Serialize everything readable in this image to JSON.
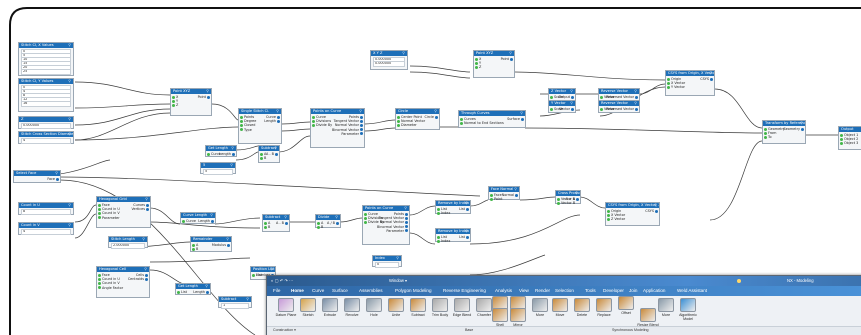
{
  "canvas": {
    "nodes": [
      {
        "id": "n_xvals",
        "title": "Stitch Cl, X Values",
        "ports": [],
        "fields": [
          "0",
          "5",
          "10",
          "15",
          "20",
          "25"
        ]
      },
      {
        "id": "n_yvals",
        "title": "Stitch Cl, Y Values",
        "ports": [],
        "fields": [
          "0",
          "4",
          "8",
          "12",
          "16"
        ]
      },
      {
        "id": "n_zval",
        "title": "Z",
        "ports": [],
        "fields": [
          "0.000000"
        ]
      },
      {
        "id": "n_cross",
        "title": "Stitch Cross Section Diameter",
        "ports": [],
        "fields": [
          "4"
        ]
      },
      {
        "id": "n_pt3d_a",
        "title": "Point XYZ",
        "ports": [
          [
            "X",
            "in"
          ],
          [
            "Y",
            "in"
          ],
          [
            "Z",
            "in"
          ],
          [
            "Point",
            "out"
          ]
        ]
      },
      {
        "id": "n_spline",
        "title": "Single Stitch Cl.",
        "ports": [
          [
            "Points",
            "in"
          ],
          [
            "Degree",
            "in"
          ],
          [
            "Closed",
            "in"
          ],
          [
            "Type",
            "in"
          ],
          [
            "Curve",
            "out"
          ],
          [
            "Length",
            "out"
          ]
        ]
      },
      {
        "id": "n_len",
        "title": "Get Length",
        "ports": [
          [
            "Curve",
            "in"
          ],
          [
            "Length",
            "out"
          ]
        ]
      },
      {
        "id": "n_sub",
        "title": "Subtract",
        "ports": [
          [
            "A",
            "in"
          ],
          [
            "B",
            "in"
          ],
          [
            "A - B",
            "out"
          ]
        ]
      },
      {
        "id": "n_val5",
        "title": "5",
        "ports": [],
        "fields": [
          "5"
        ]
      },
      {
        "id": "n_pcurve",
        "title": "Points on Curve",
        "ports": [
          [
            "Curve",
            "in"
          ],
          [
            "Divisions",
            "in"
          ],
          [
            "Divide By",
            "in"
          ],
          [
            "Points",
            "out"
          ],
          [
            "Tangent Vector",
            "out"
          ],
          [
            "Normal Vector",
            "out"
          ],
          [
            "Binormal Vector",
            "out"
          ],
          [
            "Parameter",
            "out"
          ]
        ]
      },
      {
        "id": "n_circle",
        "title": "Circle",
        "ports": [
          [
            "Center Point",
            "in"
          ],
          [
            "Normal Vector",
            "in"
          ],
          [
            "Diameter",
            "in"
          ],
          [
            "Circle",
            "out"
          ]
        ]
      },
      {
        "id": "n_thru",
        "title": "Through Curves",
        "ports": [
          [
            "Curves",
            "in"
          ],
          [
            "Normal to End Sections",
            "in"
          ],
          [
            "Surface",
            "out"
          ]
        ]
      },
      {
        "id": "n_pt3d_b",
        "title": "Point XYZ",
        "ports": [
          [
            "X",
            "in"
          ],
          [
            "Y",
            "in"
          ],
          [
            "Z",
            "in"
          ],
          [
            "Point",
            "out"
          ]
        ]
      },
      {
        "id": "n_xyz_fields",
        "title": "X Y Z",
        "ports": [],
        "fields": [
          "0.000000",
          "0.000000"
        ]
      },
      {
        "id": "n_zvec",
        "title": "Z Vector",
        "ports": [
          [
            "Scale",
            "in"
          ],
          [
            "Output",
            "out"
          ]
        ]
      },
      {
        "id": "n_revvec",
        "title": "Reverse Vector",
        "ports": [
          [
            "Vector",
            "in"
          ],
          [
            "Reversed Vector",
            "out"
          ]
        ]
      },
      {
        "id": "n_yvec",
        "title": "Y Vector",
        "ports": [
          [
            "Scale",
            "in"
          ],
          [
            "Vector",
            "out"
          ]
        ]
      },
      {
        "id": "n_revvec2",
        "title": "Reverse Vector",
        "ports": [
          [
            "Vector",
            "in"
          ],
          [
            "Reversed Vector",
            "out"
          ]
        ]
      },
      {
        "id": "n_csys",
        "title": "CSYS from Origin, X Vector, Y Vector",
        "ports": [
          [
            "Origin",
            "in"
          ],
          [
            "X Vector",
            "in"
          ],
          [
            "Y Vector",
            "in"
          ],
          [
            "CSYS",
            "out"
          ]
        ]
      },
      {
        "id": "n_transform",
        "title": "Transform by Reference",
        "ports": [
          [
            "Geometry",
            "in"
          ],
          [
            "From",
            "in"
          ],
          [
            "To",
            "in"
          ],
          [
            "Geometry",
            "out"
          ]
        ]
      },
      {
        "id": "n_output",
        "title": "Output",
        "ports": [
          [
            "Object 1",
            "in"
          ],
          [
            "Object 2",
            "in"
          ],
          [
            "Object 3",
            "in"
          ]
        ]
      },
      {
        "id": "n_selface",
        "title": "Select Face",
        "ports": [
          [
            "Face",
            "out"
          ]
        ]
      },
      {
        "id": "n_countu",
        "title": "Count in U",
        "ports": [],
        "fields": [
          "8"
        ]
      },
      {
        "id": "n_countv",
        "title": "Count in V",
        "ports": [],
        "fields": [
          "4"
        ]
      },
      {
        "id": "n_hexgrid",
        "title": "Hexagonal Grid",
        "ports": [
          [
            "Face",
            "in"
          ],
          [
            "Count in U",
            "in"
          ],
          [
            "Count in V",
            "in"
          ],
          [
            "Parameter",
            "in"
          ],
          [
            "Curves",
            "out"
          ],
          [
            "Vertices",
            "out"
          ]
        ]
      },
      {
        "id": "n_curvelen",
        "title": "Curve Length",
        "ports": [
          [
            "Curve",
            "in"
          ],
          [
            "Length",
            "out"
          ]
        ]
      },
      {
        "id": "n_stitchlen",
        "title": "Stitch Length",
        "ports": [],
        "fields": [
          "2.000000"
        ]
      },
      {
        "id": "n_remainder",
        "title": "Remainder",
        "ports": [
          [
            "A",
            "in"
          ],
          [
            "B",
            "in"
          ],
          [
            "Modulus",
            "out"
          ]
        ]
      },
      {
        "id": "n_sub2",
        "title": "Subtract",
        "ports": [
          [
            "A",
            "in"
          ],
          [
            "B",
            "in"
          ],
          [
            "A - B",
            "out"
          ]
        ]
      },
      {
        "id": "n_divide",
        "title": "Divide",
        "ports": [
          [
            "A",
            "in"
          ],
          [
            "B",
            "in"
          ],
          [
            "A / B",
            "out"
          ]
        ]
      },
      {
        "id": "n_pcurve2",
        "title": "Points on Curve",
        "ports": [
          [
            "Curve",
            "in"
          ],
          [
            "Divisions",
            "in"
          ],
          [
            "Divide By",
            "in"
          ],
          [
            "Points",
            "out"
          ],
          [
            "Tangent Vector",
            "out"
          ],
          [
            "Normal Vector",
            "out"
          ],
          [
            "Binormal Vector",
            "out"
          ],
          [
            "Parameter",
            "out"
          ]
        ]
      },
      {
        "id": "n_remidx",
        "title": "Remove by Index",
        "ports": [
          [
            "List",
            "in"
          ],
          [
            "Index",
            "in"
          ],
          [
            "List",
            "out"
          ]
        ]
      },
      {
        "id": "n_remidx2",
        "title": "Remove by Index",
        "ports": [
          [
            "List",
            "in"
          ],
          [
            "Index",
            "in"
          ],
          [
            "List",
            "out"
          ]
        ]
      },
      {
        "id": "n_facenorm",
        "title": "Face Normal",
        "ports": [
          [
            "Face",
            "in"
          ],
          [
            "Point",
            "in"
          ],
          [
            "Normal",
            "out"
          ]
        ]
      },
      {
        "id": "n_cross2",
        "title": "Cross Product",
        "ports": [
          [
            "Vector A",
            "in"
          ],
          [
            "Vector B",
            "in"
          ],
          [
            "A × B",
            "out"
          ]
        ]
      },
      {
        "id": "n_csys2",
        "title": "CSYS from Origin, X Vector, Z Vector",
        "ports": [
          [
            "Origin",
            "in"
          ],
          [
            "X Vector",
            "in"
          ],
          [
            "Z Vector",
            "in"
          ],
          [
            "CSYS",
            "out"
          ]
        ]
      },
      {
        "id": "n_index",
        "title": "Index",
        "ports": [],
        "fields": [
          "0"
        ]
      },
      {
        "id": "n_hexcell",
        "title": "Hexagonal Cell",
        "ports": [
          [
            "Face",
            "in"
          ],
          [
            "Count in U",
            "in"
          ],
          [
            "Count in V",
            "in"
          ],
          [
            "Angle Factor",
            "in"
          ],
          [
            "Cells",
            "out"
          ],
          [
            "Centroids",
            "out"
          ]
        ]
      },
      {
        "id": "n_getlen",
        "title": "Get Length",
        "ports": [
          [
            "List",
            "in"
          ],
          [
            "Length",
            "out"
          ]
        ]
      },
      {
        "id": "n_posline",
        "title": "Position List",
        "ports": [
          [
            "List",
            "in"
          ],
          [
            "Number",
            "out"
          ]
        ]
      },
      {
        "id": "n_subval",
        "title": "Subtract",
        "ports": [],
        "fields": [
          "1"
        ]
      }
    ]
  },
  "app": {
    "window_menu": "Window ▾",
    "title": "NX - Modeling",
    "tabs": [
      "File",
      "Home",
      "Curve",
      "Surface",
      "Assemblies",
      "Polygon Modeling",
      "Reverse Engineering",
      "Analysis",
      "View",
      "Render",
      "Selection",
      "Tools",
      "Developer",
      "Join",
      "Application",
      "Weld Assistant"
    ],
    "tools": [
      {
        "label": "Datum Plane",
        "icon": "datum-plane-icon",
        "color": "#c79ad8"
      },
      {
        "label": "Sketch",
        "icon": "sketch-icon",
        "color": "#d5a24a"
      },
      {
        "label": "Extrude",
        "icon": "extrude-icon",
        "color": "#7a8fa6"
      },
      {
        "label": "Revolve",
        "icon": "revolve-icon",
        "color": "#7a8fa6"
      },
      {
        "label": "Hole",
        "icon": "hole-icon",
        "color": "#8a9aa8"
      },
      {
        "label": "Unite",
        "icon": "unite-icon",
        "color": "#c98a3a"
      },
      {
        "label": "Subtract",
        "icon": "subtract-icon",
        "color": "#c98a3a"
      },
      {
        "label": "Trim Body",
        "icon": "trim-body-icon",
        "color": "#a9a9a9"
      },
      {
        "label": "Edge Blend",
        "icon": "edge-blend-icon",
        "color": "#a9a9a9"
      },
      {
        "label": "Chamfer",
        "icon": "chamfer-icon",
        "color": "#a9a9a9"
      },
      {
        "label": "Draft",
        "icon": "draft-icon",
        "color": "#c98a3a"
      },
      {
        "label": "Pattern Feature",
        "icon": "pattern-feature-icon",
        "color": "#c98a3a"
      },
      {
        "label": "Shell",
        "icon": "shell-icon",
        "color": "#c98a3a"
      },
      {
        "label": "Mirror Feature",
        "icon": "mirror-feature-icon",
        "color": "#c98a3a"
      },
      {
        "label": "More",
        "icon": "more-icon",
        "color": "#8a9aa8"
      },
      {
        "label": "Move",
        "icon": "move-icon",
        "color": "#c98a3a"
      },
      {
        "label": "Delete",
        "icon": "delete-icon",
        "color": "#c98a3a"
      },
      {
        "label": "Replace",
        "icon": "replace-icon",
        "color": "#c98a3a"
      },
      {
        "label": "Offset",
        "icon": "offset-icon",
        "color": "#c98a3a"
      },
      {
        "label": "Resize Blend",
        "icon": "resize-blend-icon",
        "color": "#c98a3a"
      },
      {
        "label": "More",
        "icon": "more-icon",
        "color": "#8a9aa8"
      },
      {
        "label": "Algorithmic Model",
        "icon": "algorithmic-model-icon",
        "color": "#3a8fd4"
      }
    ],
    "groups": [
      "Construction ▾",
      "Base",
      "Synchronous Modeling"
    ]
  }
}
